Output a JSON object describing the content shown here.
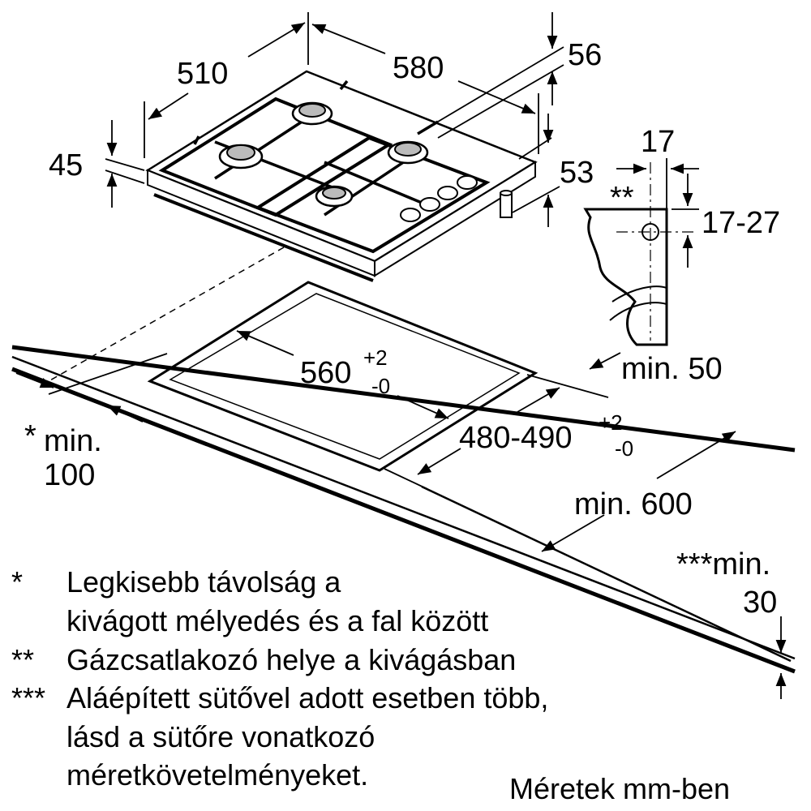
{
  "dimensions": {
    "width": "510",
    "depth": "580",
    "height_total": "56",
    "height_front": "45",
    "height_below": "53",
    "connector_offset": "17",
    "connector_range": "17-27",
    "cutout_width": "560",
    "cutout_width_tol_upper": "+2",
    "cutout_width_tol_lower": "-0",
    "cutout_depth": "480-490",
    "cutout_depth_tol_upper": "+2",
    "cutout_depth_tol_lower": "-0",
    "min_back": "min. 50",
    "min_side_prefix": "*",
    "min_side_label": "min.",
    "min_side_value": "100",
    "min_front": "min. 600",
    "min_thickness_label": "***min.",
    "min_thickness_value": "30",
    "connector_marker": "**"
  },
  "notes": [
    {
      "marker": "*",
      "lines": [
        "Legkisebb távolság a",
        "kivágott mélyedés és a fal között"
      ]
    },
    {
      "marker": "**",
      "lines": [
        "Gázcsatlakozó helye a kivágásban"
      ]
    },
    {
      "marker": "***",
      "lines": [
        "Aláépített sütővel adott esetben több,",
        "lásd a sütőre vonatkozó",
        "méretkövetelményeket."
      ]
    }
  ],
  "units_note": "Méretek mm-ben"
}
